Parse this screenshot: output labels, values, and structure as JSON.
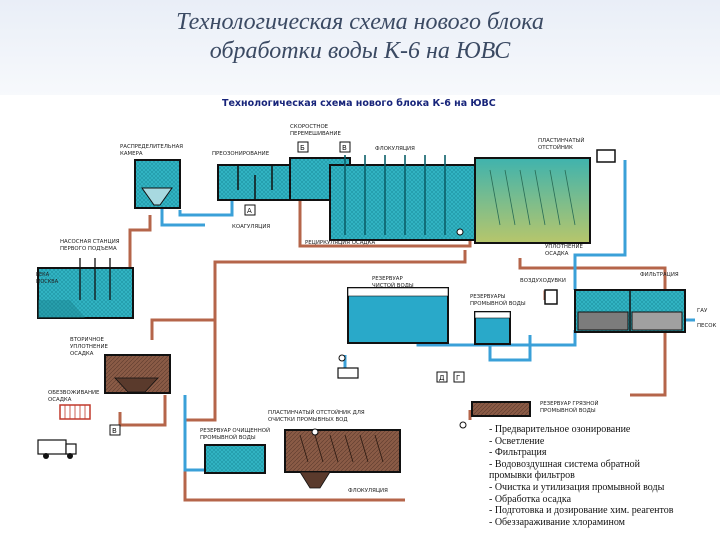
{
  "slide": {
    "title_line1": "Технологическая схема нового блока",
    "title_line2": "обработки воды К-6 на ЮВС"
  },
  "diagram": {
    "title": "Технологическая схема нового блока К-6 на ЮВС",
    "labels": {
      "distribution_chamber": [
        "РАСПРЕДЕЛИТЕЛЬНАЯ",
        "КАМЕРА"
      ],
      "preozonation": "ПРЕОЗОНИРОВАНИЕ",
      "fast_mixing": [
        "СКОРОСТНОЕ",
        "ПЕРЕМЕШИВАНИЕ"
      ],
      "flocculation_top": "ФЛОКУЛЯЦИЯ",
      "lamella_settler": [
        "ПЛАСТИНЧАТЫЙ",
        "ОТСТОЙНИК"
      ],
      "pump_station": [
        "НАСОСНАЯ СТАНЦИЯ",
        "ПЕРВОГО ПОДЪЕМА"
      ],
      "river": [
        "РЕКА",
        "МОСКВА"
      ],
      "coagulation": "КОАГУЛЯЦИЯ",
      "recirculation": "РЕЦИРКУЛЯЦИЯ ОСАДКА",
      "sludge_thickening": [
        "УПЛОТНЕНИЕ",
        "ОСАДКА"
      ],
      "clean_water_reservoir": [
        "РЕЗЕРВУАР",
        "ЧИСТОЙ ВОДЫ"
      ],
      "wash_water_reservoir": [
        "РЕЗЕРВУАРЫ",
        "ПРОМЫВНОЙ ВОДЫ"
      ],
      "air_blowers": "ВОЗДУХОДУВКИ",
      "filtration_right": "ФИЛЬТРАЦИЯ",
      "gau": "ГАУ",
      "sand": "ПЕСОК",
      "secondary_thickening": [
        "ВТОРИЧНОЕ",
        "УПЛОТНЕНИЕ",
        "ОСАДКА"
      ],
      "dewatering": [
        "ОБЕЗВОЖИВАНИЕ",
        "ОСАДКА"
      ],
      "dirty_wash_reservoir": [
        "РЕЗЕРВУАР ГРЯЗНОЙ",
        "ПРОМЫВНОЙ ВОДЫ"
      ],
      "lamella_wash_settler": [
        "ПЛАСТИНЧАТЫЙ ОТСТОЙНИК ДЛЯ",
        "ОЧИСТКИ ПРОМЫВНЫХ ВОД"
      ],
      "cleaned_wash_reservoir": [
        "РЕЗЕРВУАР ОЧИЩЕННОЙ",
        "ПРОМЫВНОЙ ВОДЫ"
      ],
      "flocculation_bottom": "ФЛОКУЛЯЦИЯ"
    },
    "valves": {
      "b": "Б",
      "v_top": "В",
      "a": "А",
      "d": "Д",
      "g": "Г",
      "v_bottom": "В"
    }
  },
  "legend": {
    "items": [
      "- Предварительное озонирование",
      "- Осветление",
      "- Фильтрация",
      "- Водовоздушная система обратной",
      "промывки фильтров",
      "- Очистка и утилизация промывной воды",
      "- Обработка осадка",
      "- Подготовка и дозирование хим. реагентов",
      "- Обеззараживание хлорамином"
    ]
  },
  "colors": {
    "water": "#2aa7b8",
    "pipe_brown": "#b5654a",
    "pipe_blue": "#3aa0d8",
    "sludge": "#6b4a3a",
    "settled_green": "#a9c46a",
    "title_text": "#3b4a63",
    "diagram_title": "#17247a"
  }
}
